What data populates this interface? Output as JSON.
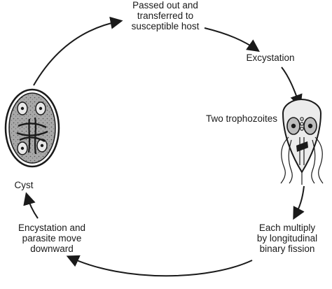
{
  "labels": {
    "passed_out": [
      "Passed out and",
      "transferred to",
      "susceptible host"
    ],
    "excystation": "Excystation",
    "two_trophozoites": "Two trophozoites",
    "each_multiply": [
      "Each multiply",
      "by longitudinal",
      "binary fission"
    ],
    "encystation": [
      "Encystation and",
      "parasite move",
      "downward"
    ],
    "cyst": "Cyst"
  },
  "colors": {
    "ink": "#1a1a1a",
    "background": "#ffffff",
    "cyst_fill": "#a8a8a8"
  }
}
